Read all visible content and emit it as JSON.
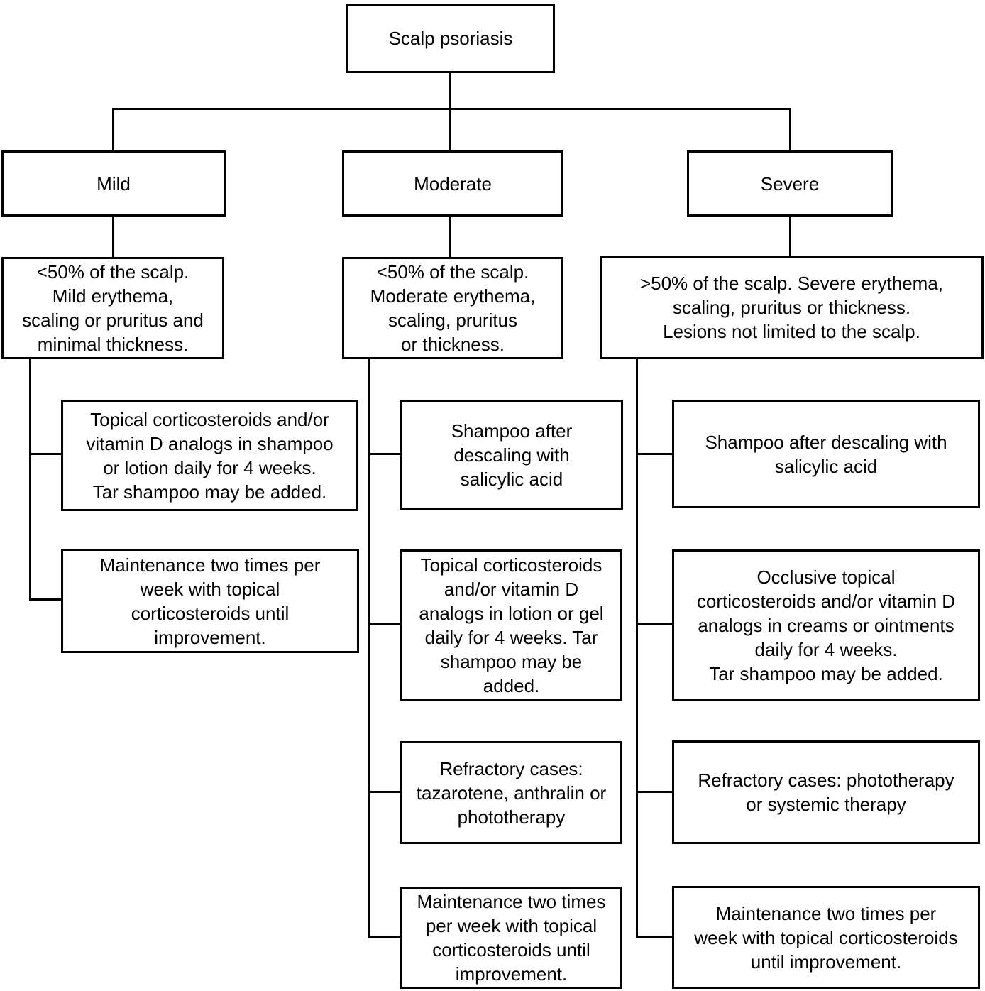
{
  "figure": {
    "title": "Scalp psoriasis"
  },
  "branches": [
    {
      "severity": "Mild",
      "description": "<50% of the scalp.\nMild erythema,\nscaling or pruritus and\nminimal thickness.",
      "steps": [
        {
          "text": "Topical corticosteroids and/or\nvitamin D analogs in shampoo\nor lotion daily for 4 weeks.\nTar shampoo may be added."
        },
        {
          "text": "Maintenance two times per\nweek with topical\ncorticosteroids until\nimprovement."
        }
      ]
    },
    {
      "severity": "Moderate",
      "description": "<50% of the scalp.\nModerate erythema,\nscaling, pruritus\nor thickness.",
      "steps": [
        {
          "text": "Shampoo after\ndescaling with\nsalicylic acid"
        },
        {
          "text": "Topical corticosteroids\nand/or vitamin D\nanalogs in lotion or gel\ndaily for 4 weeks. Tar\nshampoo may be\nadded."
        },
        {
          "text": "Refractory cases:\ntazarotene, anthralin or\nphototherapy"
        },
        {
          "text": "Maintenance two times\nper week with topical\ncorticosteroids until\nimprovement."
        }
      ]
    },
    {
      "severity": "Severe",
      "description": ">50% of the scalp. Severe erythema,\nscaling, pruritus or thickness.\nLesions not limited to the scalp.",
      "steps": [
        {
          "text": "Shampoo after descaling with\nsalicylic acid"
        },
        {
          "text": "Occlusive topical\ncorticosteroids and/or vitamin D\nanalogs in creams or ointments\ndaily for 4 weeks.\nTar shampoo may be added."
        },
        {
          "text": "Refractory cases: phototherapy\nor systemic therapy"
        },
        {
          "text": "Maintenance two times per\nweek with topical corticosteroids\nuntil improvement."
        }
      ]
    }
  ],
  "colors": {
    "line": "#000000",
    "background": "#ffffff",
    "text": "#000000"
  }
}
